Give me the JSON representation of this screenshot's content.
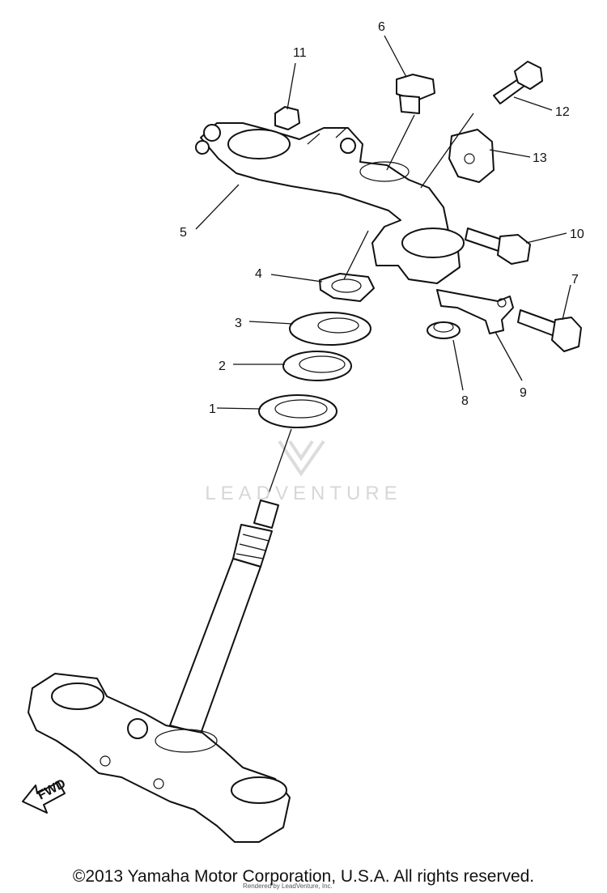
{
  "callouts": [
    "1",
    "2",
    "3",
    "4",
    "5",
    "6",
    "7",
    "8",
    "9",
    "10",
    "11",
    "12",
    "13"
  ],
  "fwd_label": "FWD",
  "watermark": "LEADVENTURE",
  "copyright": "©2013 Yamaha Motor Corporation, U.S.A. All rights reserved.",
  "credit": "Rendered by LeadVenture, Inc."
}
